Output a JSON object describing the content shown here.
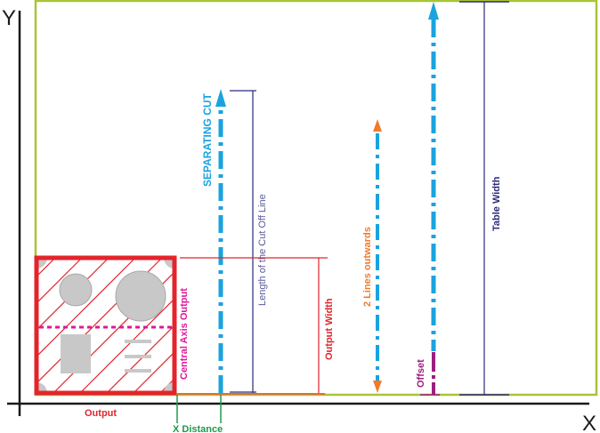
{
  "axes": {
    "y_label": "Y",
    "x_label": "X"
  },
  "labels": {
    "output": "Output",
    "x_distance": "X Distance",
    "central_axis_output": "Central Axis Output",
    "separating_cut": "SEPARATING CUT",
    "length_cut_off_line": "Length of the Cut Off Line",
    "output_width": "Output Width",
    "two_lines_outwards": "2 Lines outwards",
    "offset": "Offset",
    "table_width": "Table Width"
  },
  "colors": {
    "table_border": "#a8c43a",
    "output_border": "#e3242b",
    "hatch": "#e3242b",
    "central_axis": "#e0189a",
    "separating_cut": "#1aa3df",
    "dimension_purple": "#2b2a7a",
    "offset_purple": "#9c1f7f",
    "orange": "#f07c2b",
    "green": "#1e9a4a",
    "axis": "#1a1a1a",
    "part_gray": "#c8c8c8"
  }
}
